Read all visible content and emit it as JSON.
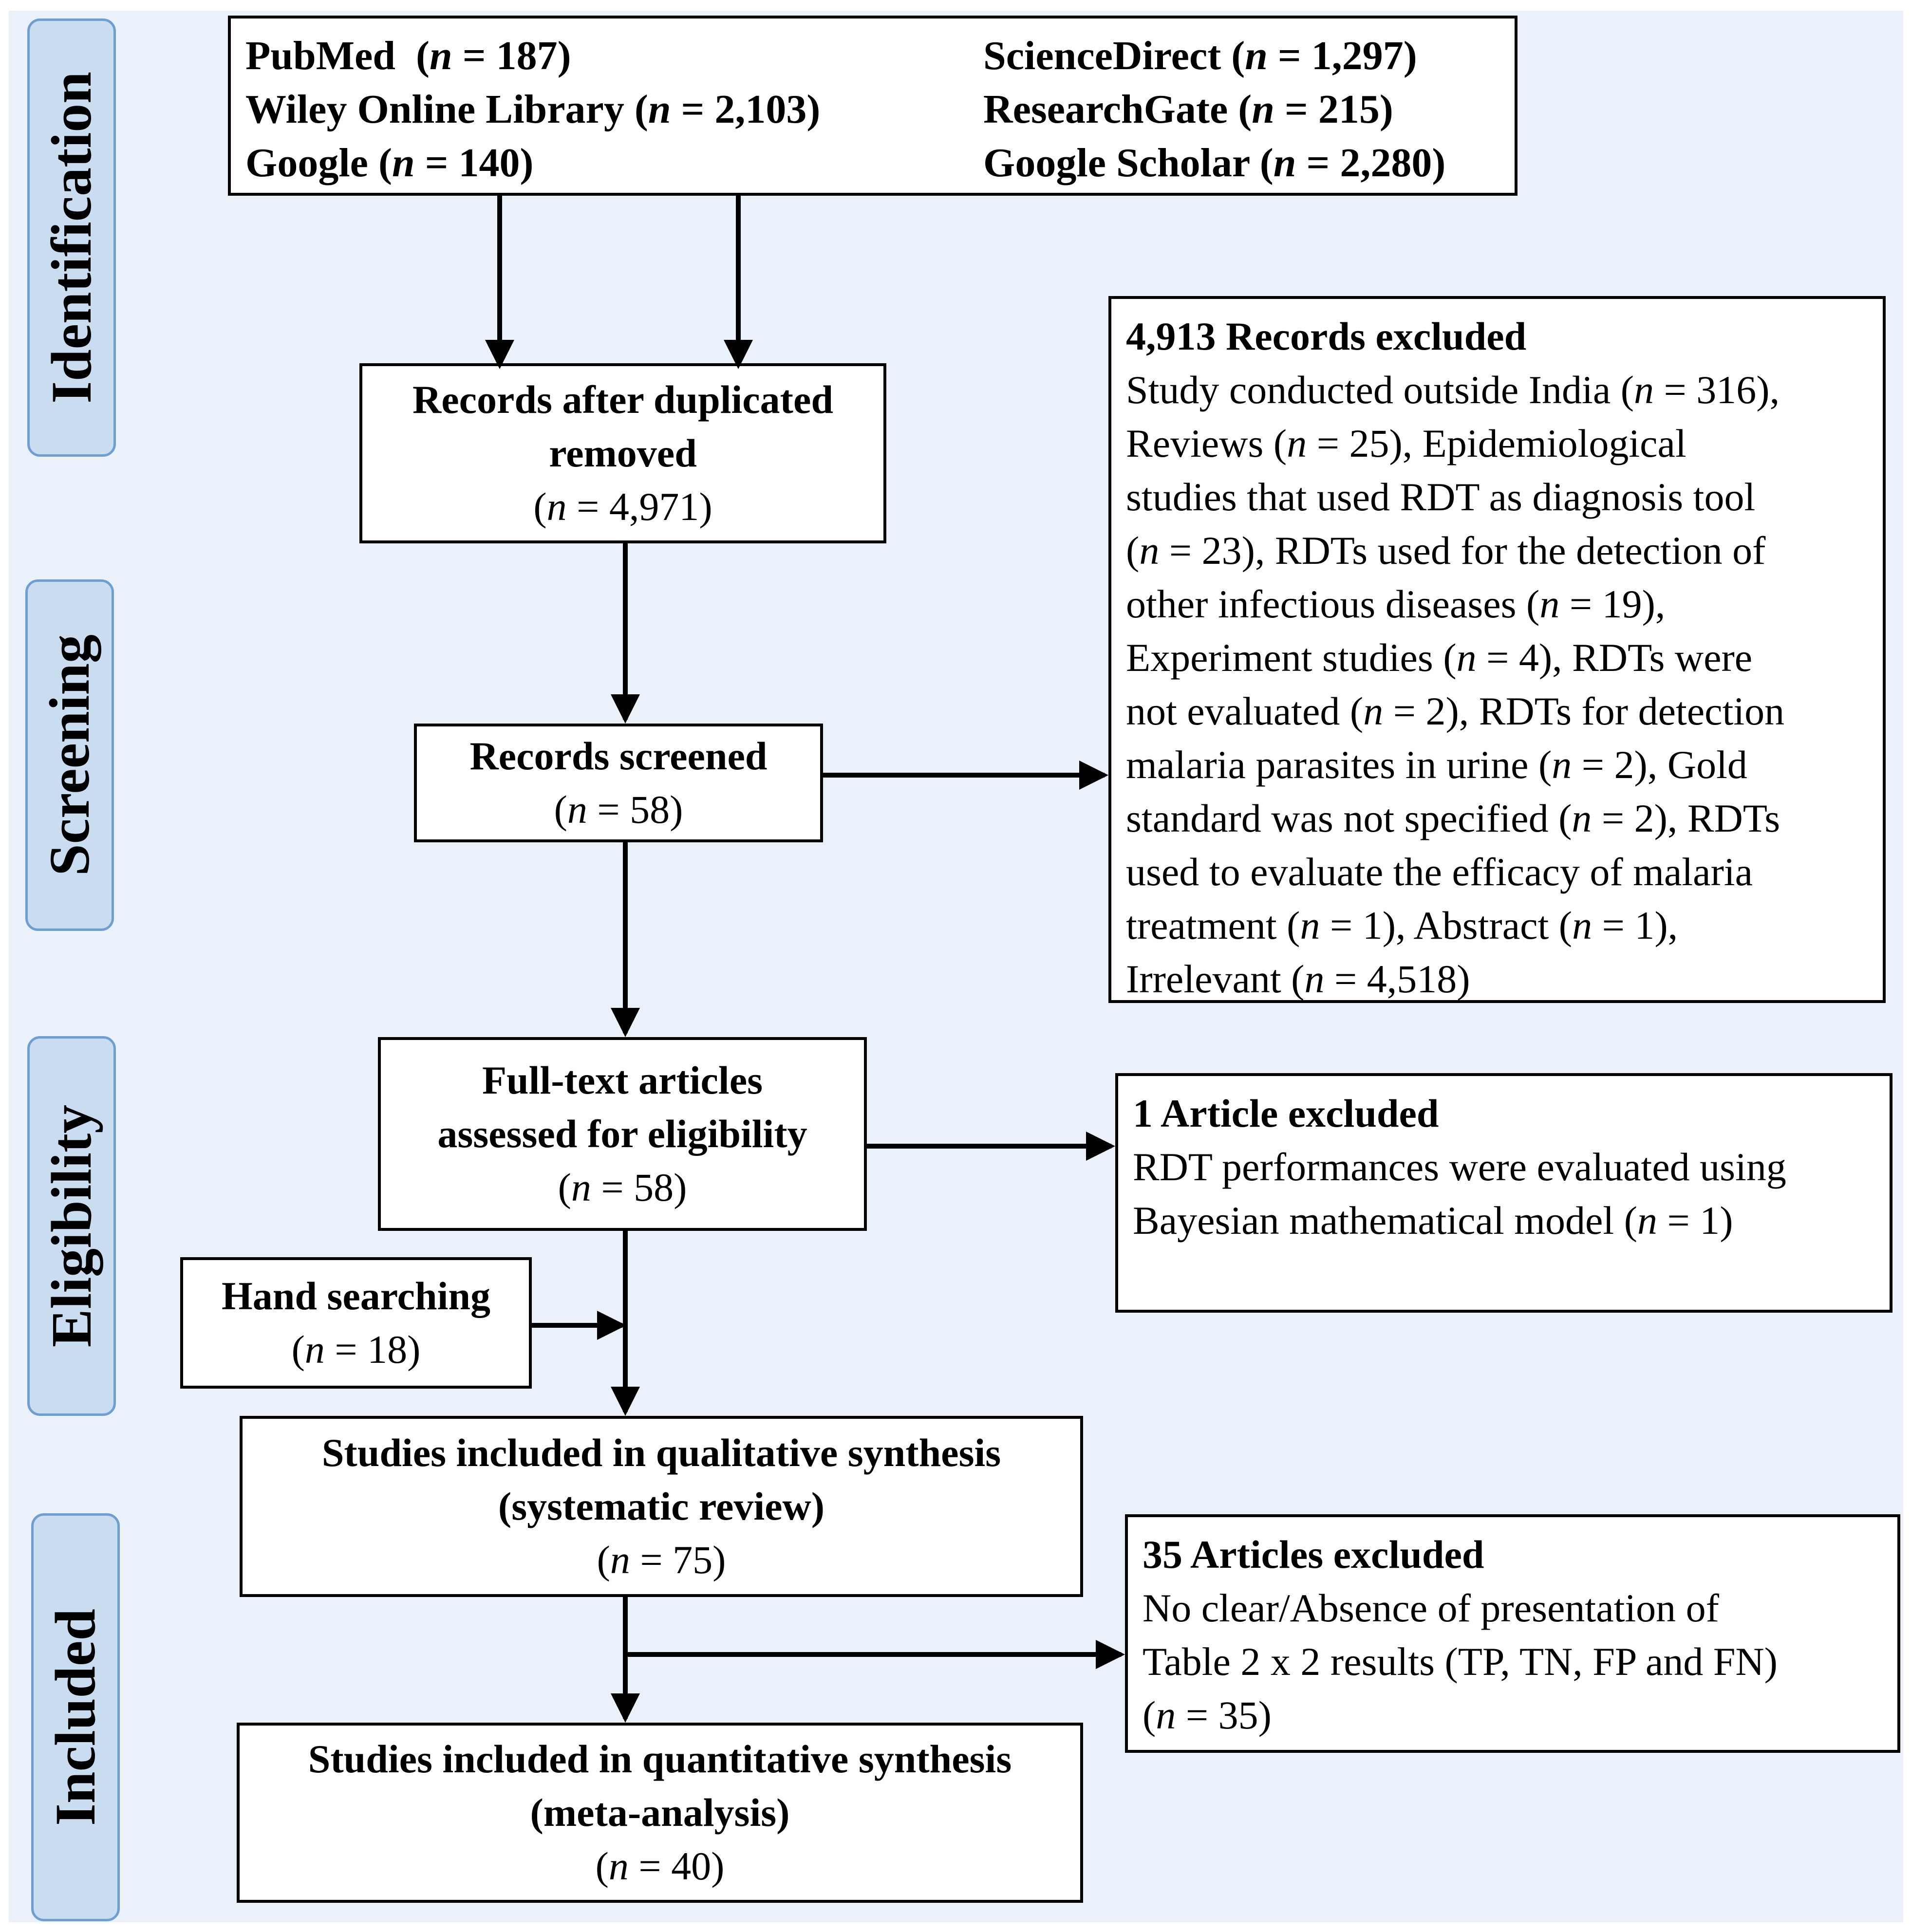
{
  "stages": {
    "identification": "Identification",
    "screening": "Screening",
    "eligibility": "Eligibility",
    "included": "Included"
  },
  "sources": {
    "pubmed": {
      "name": "PubMed",
      "n": "187"
    },
    "sciencedirect": {
      "name": "ScienceDirect",
      "n": "1,297"
    },
    "wiley": {
      "name": "Wiley Online Library",
      "n": "2,103"
    },
    "researchgate": {
      "name": "ResearchGate",
      "n": "215"
    },
    "google": {
      "name": "Google",
      "n": "140"
    },
    "googlescholar": {
      "name": "Google Scholar",
      "n": "2,280"
    }
  },
  "after_duplicates": {
    "line1": "Records after duplicated",
    "line2": "removed",
    "n": "4,971"
  },
  "screened": {
    "title": "Records screened",
    "n": "58"
  },
  "full_text": {
    "line1": "Full-text articles",
    "line2": "assessed for eligibility",
    "n": "58"
  },
  "hand_search": {
    "title": "Hand searching",
    "n": "18"
  },
  "qualitative": {
    "line1": "Studies included in qualitative synthesis",
    "line2": "(systematic review)",
    "n": "75"
  },
  "quantitative": {
    "line1": "Studies included in quantitative synthesis",
    "line2": "(meta-analysis)",
    "n": "40"
  },
  "excluded_screening": {
    "title": "4,913 Records excluded",
    "l1a": "Study conducted outside India (",
    "l1n": "316",
    "l1b": "),",
    "l2a": "Reviews  (",
    "l2n": "25",
    "l2b": "), Epidemiological",
    "l3": "studies that used RDT as diagnosis tool",
    "l4a": "(",
    "l4n": "23",
    "l4b": "), RDTs used for the detection of",
    "l5a": "other infectious diseases (",
    "l5n": "19",
    "l5b": "),",
    "l6a": "Experiment studies (",
    "l6n": "4",
    "l6b": "), RDTs were",
    "l7a": "not evaluated (",
    "l7n": "2",
    "l7b": "), RDTs for detection",
    "l8a": "malaria parasites in urine (",
    "l8n": "2",
    "l8b": "), Gold",
    "l9a": "standard was not specified (",
    "l9n": "2",
    "l9b": "), RDTs",
    "l10": "used to evaluate the efficacy of malaria",
    "l11a": "treatment (",
    "l11n": "1",
    "l11b": "), Abstract (",
    "l11n2": "1",
    "l11c": "),",
    "l12a": "Irrelevant (",
    "l12n": "4,518",
    "l12b": ")"
  },
  "excluded_eligibility": {
    "title": "1 Article excluded",
    "l1": "RDT performances were evaluated using",
    "l2a": "Bayesian mathematical model (",
    "l2n": "1",
    "l2b": ")"
  },
  "excluded_meta": {
    "title": "35 Articles excluded",
    "l1": "No clear/Absence of presentation of",
    "l2": "Table 2 x 2 results (TP, TN, FP and FN)",
    "l3a": "(",
    "l3n": "35",
    "l3b": ")"
  },
  "n_symbol": "n",
  "equals": " = "
}
